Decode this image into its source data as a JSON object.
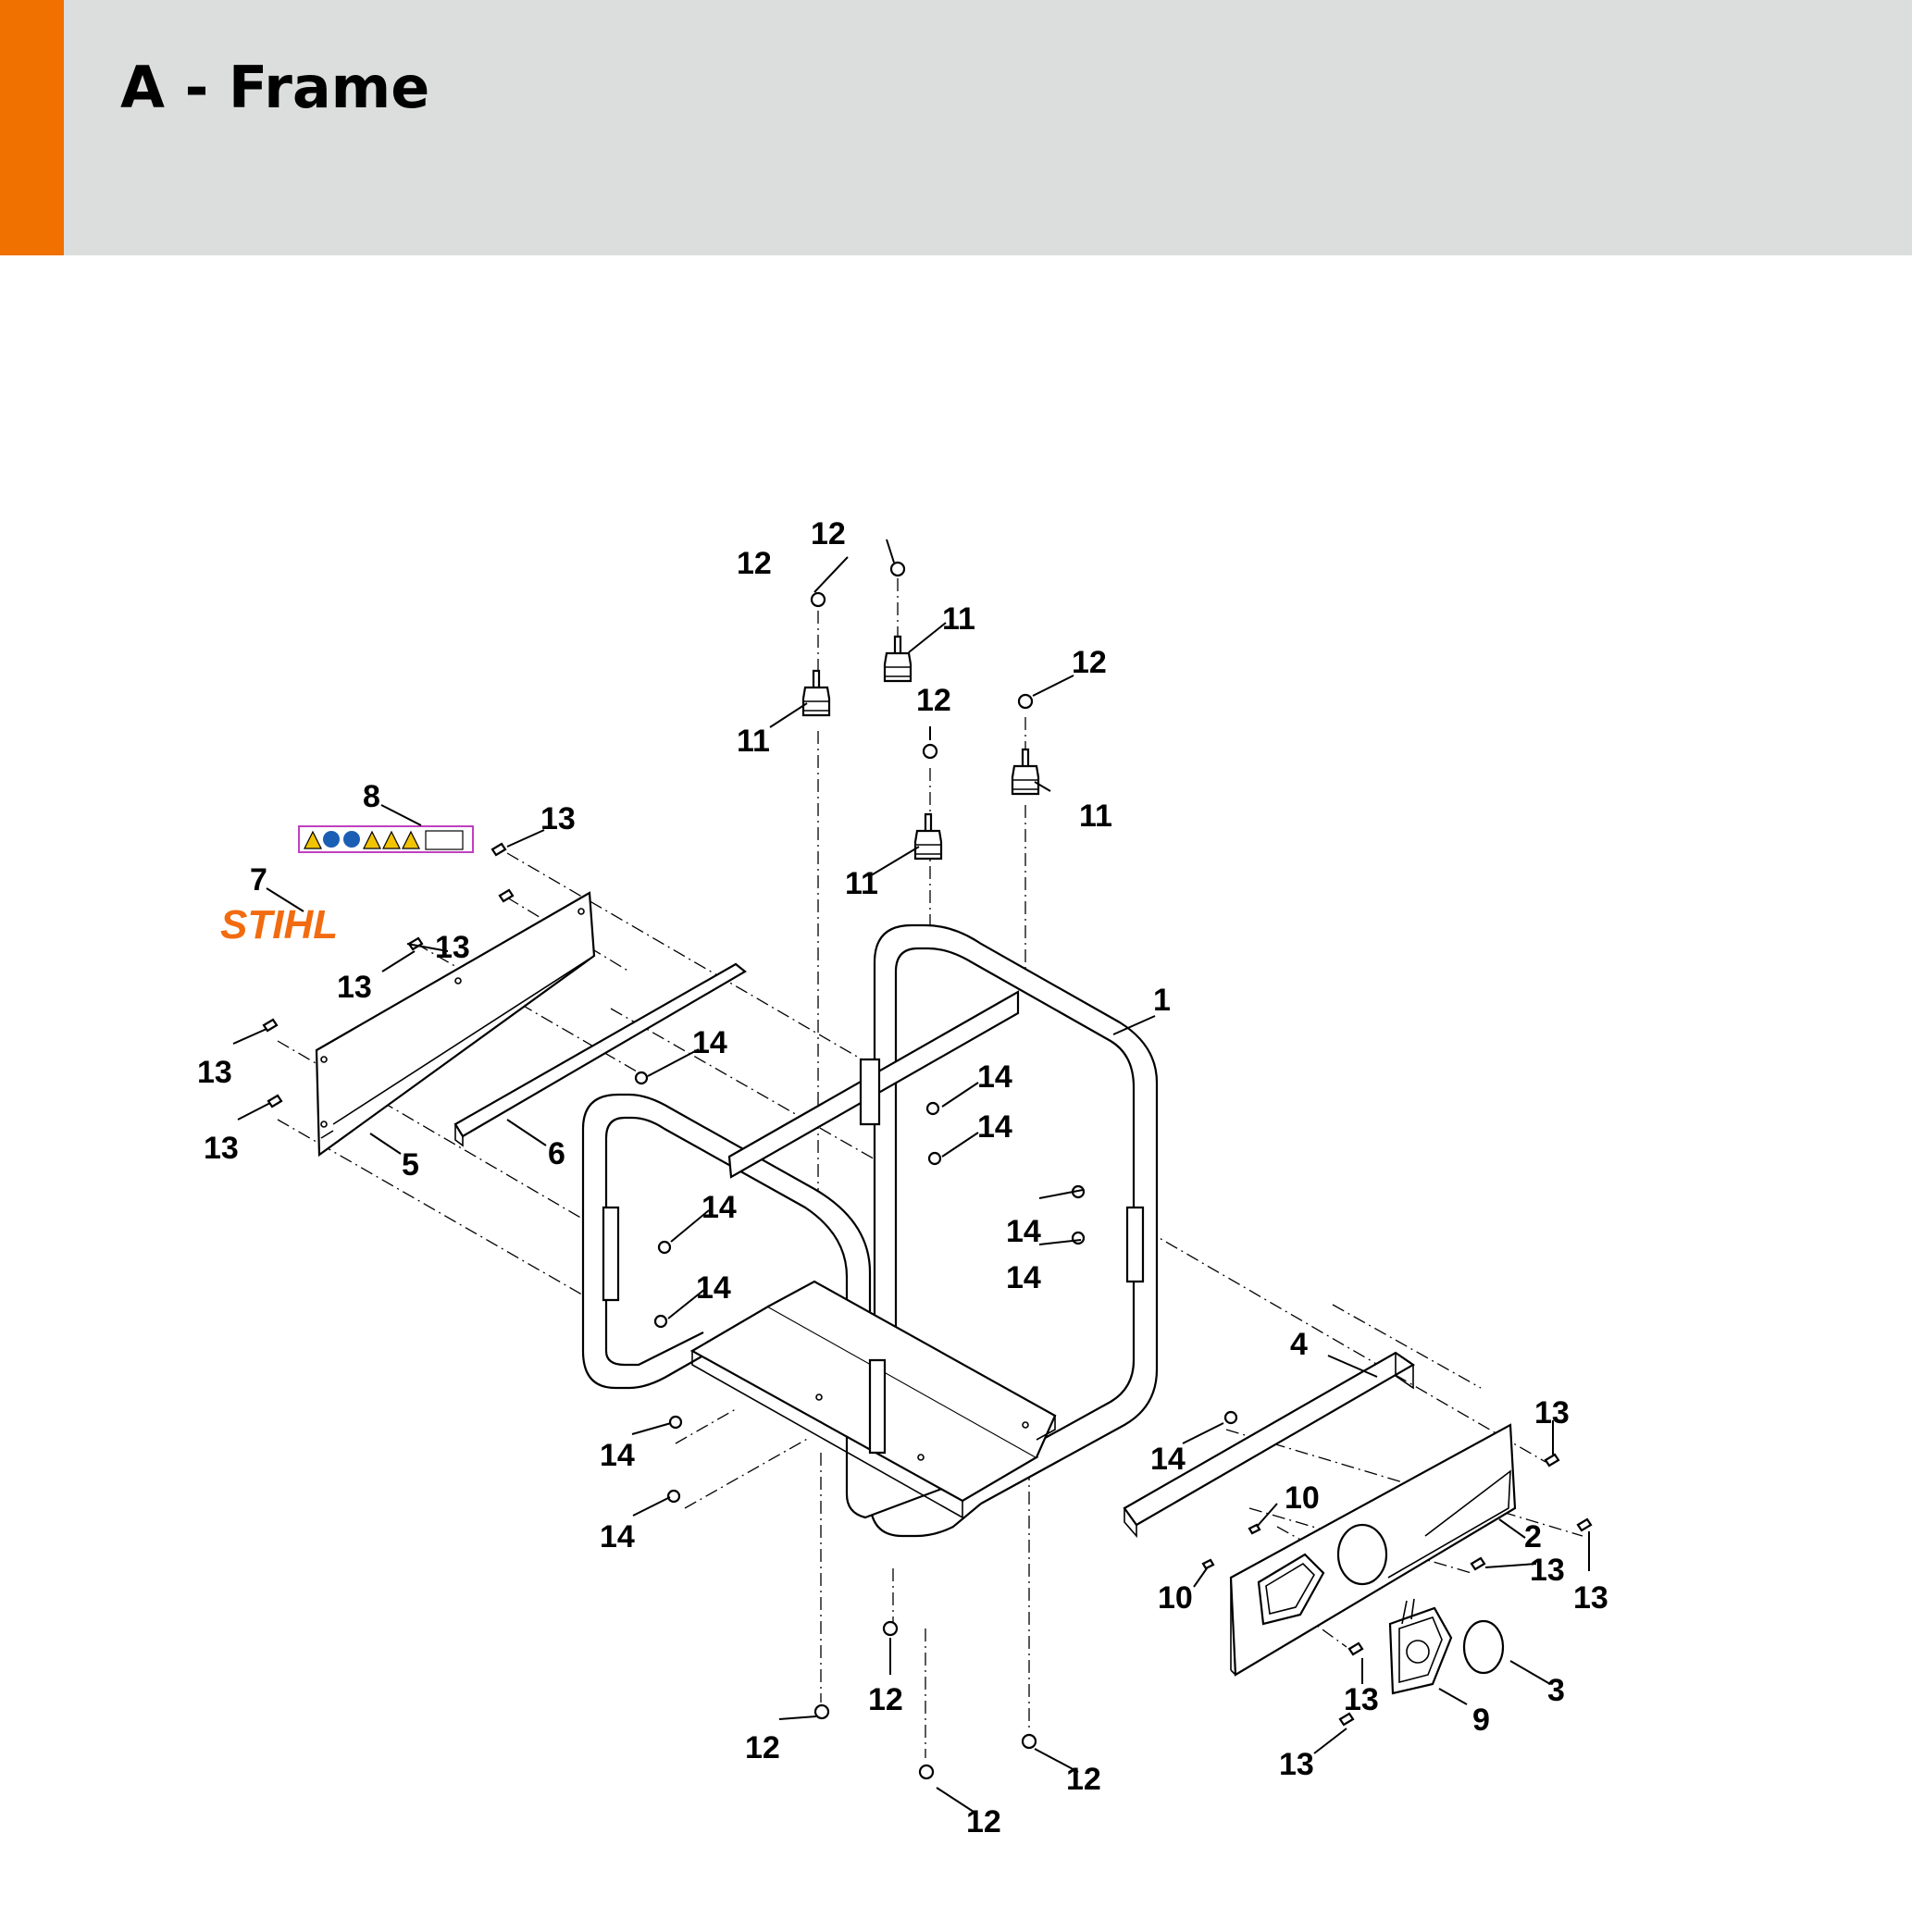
{
  "page": {
    "title": "A - Frame",
    "accent_color": "#f07000",
    "header_bg": "#dcdedd"
  },
  "logo": {
    "text": "STIHL",
    "color": "#f26b10"
  },
  "callouts": [
    {
      "label": "12"
    },
    {
      "label": "12"
    },
    {
      "label": "11"
    },
    {
      "label": "11"
    },
    {
      "label": "12"
    },
    {
      "label": "12"
    },
    {
      "label": "11"
    },
    {
      "label": "11"
    },
    {
      "label": "8"
    },
    {
      "label": "13"
    },
    {
      "label": "7"
    },
    {
      "label": "13"
    },
    {
      "label": "13"
    },
    {
      "label": "13"
    },
    {
      "label": "13"
    },
    {
      "label": "5"
    },
    {
      "label": "6"
    },
    {
      "label": "14"
    },
    {
      "label": "1"
    },
    {
      "label": "14"
    },
    {
      "label": "14"
    },
    {
      "label": "14"
    },
    {
      "label": "14"
    },
    {
      "label": "14"
    },
    {
      "label": "14"
    },
    {
      "label": "14"
    },
    {
      "label": "14"
    },
    {
      "label": "4"
    },
    {
      "label": "14"
    },
    {
      "label": "13"
    },
    {
      "label": "10"
    },
    {
      "label": "2"
    },
    {
      "label": "13"
    },
    {
      "label": "13"
    },
    {
      "label": "10"
    },
    {
      "label": "3"
    },
    {
      "label": "13"
    },
    {
      "label": "9"
    },
    {
      "label": "13"
    },
    {
      "label": "12"
    },
    {
      "label": "12"
    },
    {
      "label": "12"
    },
    {
      "label": "12"
    }
  ]
}
